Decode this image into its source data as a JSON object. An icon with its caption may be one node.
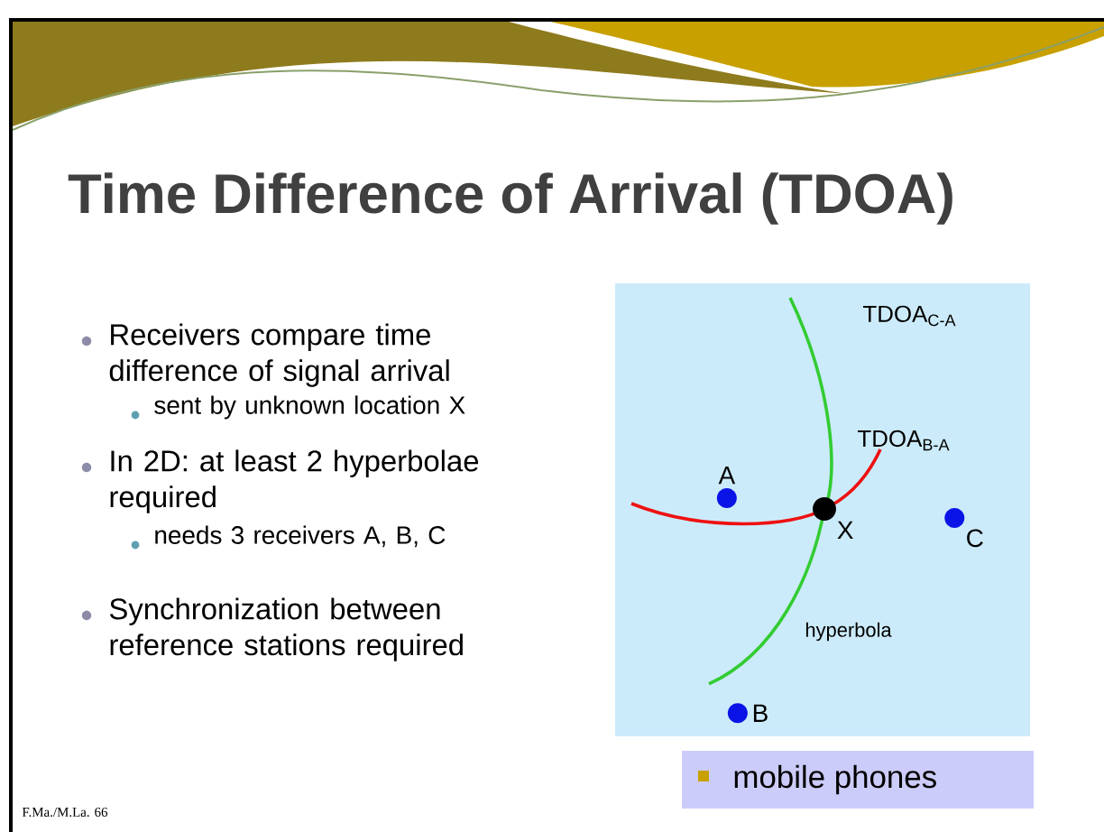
{
  "diagram": {
    "title": "Time Difference of Arrival (TDOA)",
    "nodes": [
      {
        "text": [],
        "shape": "box"
      },
      {
        "text": [
          "A"
        ],
        "in": 0
      },
      {
        "text": [
          "X"
        ],
        "in": 0
      },
      {
        "text": [
          "C"
        ],
        "in": 0
      },
      {
        "text": [
          "B"
        ],
        "in": 0
      },
      {
        "text": [
          "mobile phones"
        ]
      }
    ],
    "labels": [
      "Receivers compare time difference of signal arrival",
      "sent by unknown location X",
      "In 2D: at least 2 hyperbolae required",
      "needs 3 receivers A, B, C",
      "Synchronization between reference stations required",
      "TDOA$_{C-A}$",
      "TDOA$_{B-A}$",
      "hyperbola",
      "F.Ma./M.La. 66"
    ]
  }
}
